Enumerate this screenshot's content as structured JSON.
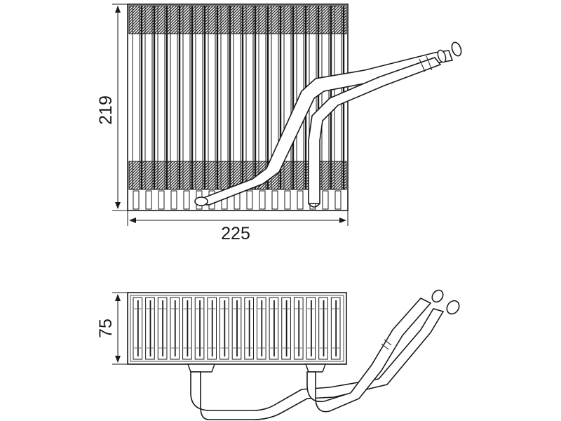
{
  "colors": {
    "ink": "#1a1a1a",
    "fill_light": "#ffffff",
    "fin_dark": "#2a2a2a",
    "fin_mid": "#8a8a8a"
  },
  "front_view": {
    "height_label": "219",
    "width_label": "225",
    "tube_count": 17
  },
  "side_view": {
    "depth_label": "75",
    "tube_count": 17
  }
}
